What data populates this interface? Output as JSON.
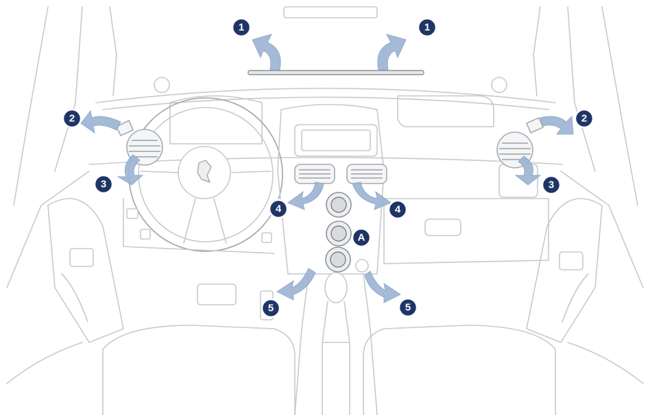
{
  "diagram": {
    "callouts": [
      {
        "id": "callout-1-left",
        "label": "1"
      },
      {
        "id": "callout-1-right",
        "label": "1"
      },
      {
        "id": "callout-2-left",
        "label": "2"
      },
      {
        "id": "callout-2-right",
        "label": "2"
      },
      {
        "id": "callout-3-left",
        "label": "3"
      },
      {
        "id": "callout-3-right",
        "label": "3"
      },
      {
        "id": "callout-4-left",
        "label": "4"
      },
      {
        "id": "callout-4-right",
        "label": "4"
      },
      {
        "id": "callout-5-left",
        "label": "5"
      },
      {
        "id": "callout-5-right",
        "label": "5"
      },
      {
        "id": "callout-a",
        "label": "A"
      }
    ],
    "colors": {
      "badge": "#1f3566",
      "airflow": "#9db5d3",
      "outline": "#c7c9cc"
    }
  }
}
